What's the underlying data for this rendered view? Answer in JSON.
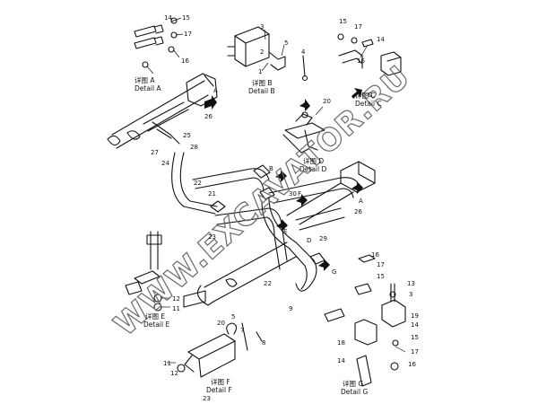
{
  "watermark": "WWW.EXCAVATOR.RU",
  "details": [
    {
      "cn": "详图 A",
      "en": "Detail A"
    },
    {
      "cn": "详图 B",
      "en": "Detail B"
    },
    {
      "cn": "详图 C",
      "en": "Detail C"
    },
    {
      "cn": "详图 D",
      "en": "Detail D"
    },
    {
      "cn": "详图 E",
      "en": "Detail E"
    },
    {
      "cn": "详图 F",
      "en": "Detail F"
    },
    {
      "cn": "详图 G",
      "en": "Detail G"
    }
  ],
  "arrows": [
    "A",
    "B",
    "C",
    "D",
    "E",
    "F",
    "G",
    "A"
  ],
  "part_numbers": [
    "14",
    "15",
    "17",
    "16",
    "3",
    "5",
    "2",
    "1",
    "4",
    "15",
    "17",
    "14",
    "16",
    "20",
    "27",
    "25",
    "28",
    "26",
    "24",
    "21",
    "22",
    "23",
    "30",
    "29",
    "26",
    "22",
    "9",
    "12",
    "11",
    "16",
    "17",
    "15",
    "13",
    "3",
    "19",
    "14",
    "18",
    "14",
    "15",
    "17",
    "16",
    "20",
    "5",
    "7",
    "8",
    "11",
    "12",
    "23"
  ]
}
